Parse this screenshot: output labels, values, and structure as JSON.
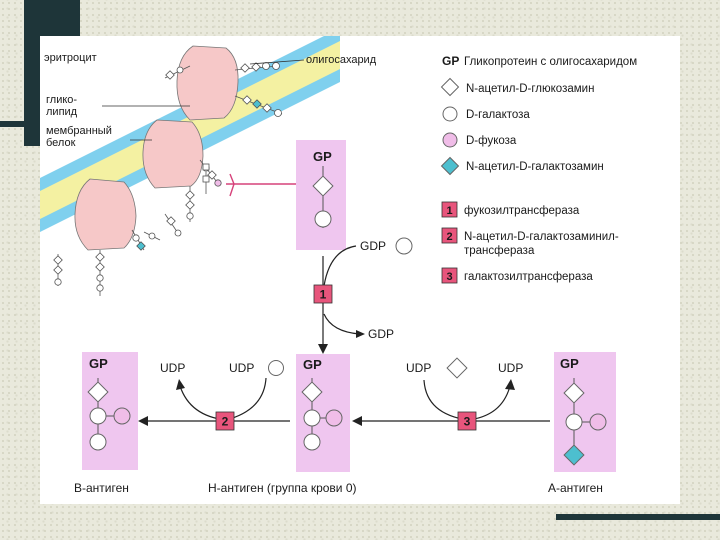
{
  "membrane_labels": {
    "erythrocyte": "эритроцит",
    "oligosaccharide": "олигосахарид",
    "glycolipid_line1": "глико-",
    "glycolipid_line2": "липид",
    "membrane_protein_line1": "мембранный",
    "membrane_protein_line2": "белок"
  },
  "legend": {
    "gp_abbr": "GP",
    "gp_text": "Гликопротеин с олигосахаридом",
    "items": [
      {
        "shape": "diamond",
        "fill": "#ffffff",
        "label": "N-ацетил-D-глюкозамин"
      },
      {
        "shape": "circle",
        "fill": "#ffffff",
        "label": "D-галактоза"
      },
      {
        "shape": "circle",
        "fill": "#f0bde8",
        "label": "D-фукоза"
      },
      {
        "shape": "diamond",
        "fill": "#4dbfcf",
        "label": "N-ацетил-D-галактозамин"
      }
    ],
    "enzymes": [
      {
        "num": "1",
        "lines": [
          "фукозилтрансфераза"
        ]
      },
      {
        "num": "2",
        "lines": [
          "N-ацетил-D-галактозаминил-",
          "трансфераза"
        ]
      },
      {
        "num": "3",
        "lines": [
          "галактозилтрансфераза"
        ]
      }
    ]
  },
  "pathway": {
    "gp": "GP",
    "gdp_in": "GDP",
    "gdp_out": "GDP",
    "udp_left_product": "UDP",
    "udp_left_donor": "UDP",
    "udp_right_donor": "UDP",
    "udp_right_product": "UDP",
    "step1": "1",
    "step2": "2",
    "step3": "3",
    "b_antigen": "B-антиген",
    "h_antigen": "Н-антиген (группа крови 0)",
    "a_antigen": "А-антиген"
  },
  "colors": {
    "membrane_blue": "#7fd0ee",
    "membrane_yellow": "#f4f1a2",
    "protein": "#f6c8c8",
    "gp_box": "#efc6ef",
    "enzyme_box": "#e8557c",
    "fucose": "#f0bde8",
    "galnac": "#4dbfcf",
    "connector": "#d6427a"
  }
}
